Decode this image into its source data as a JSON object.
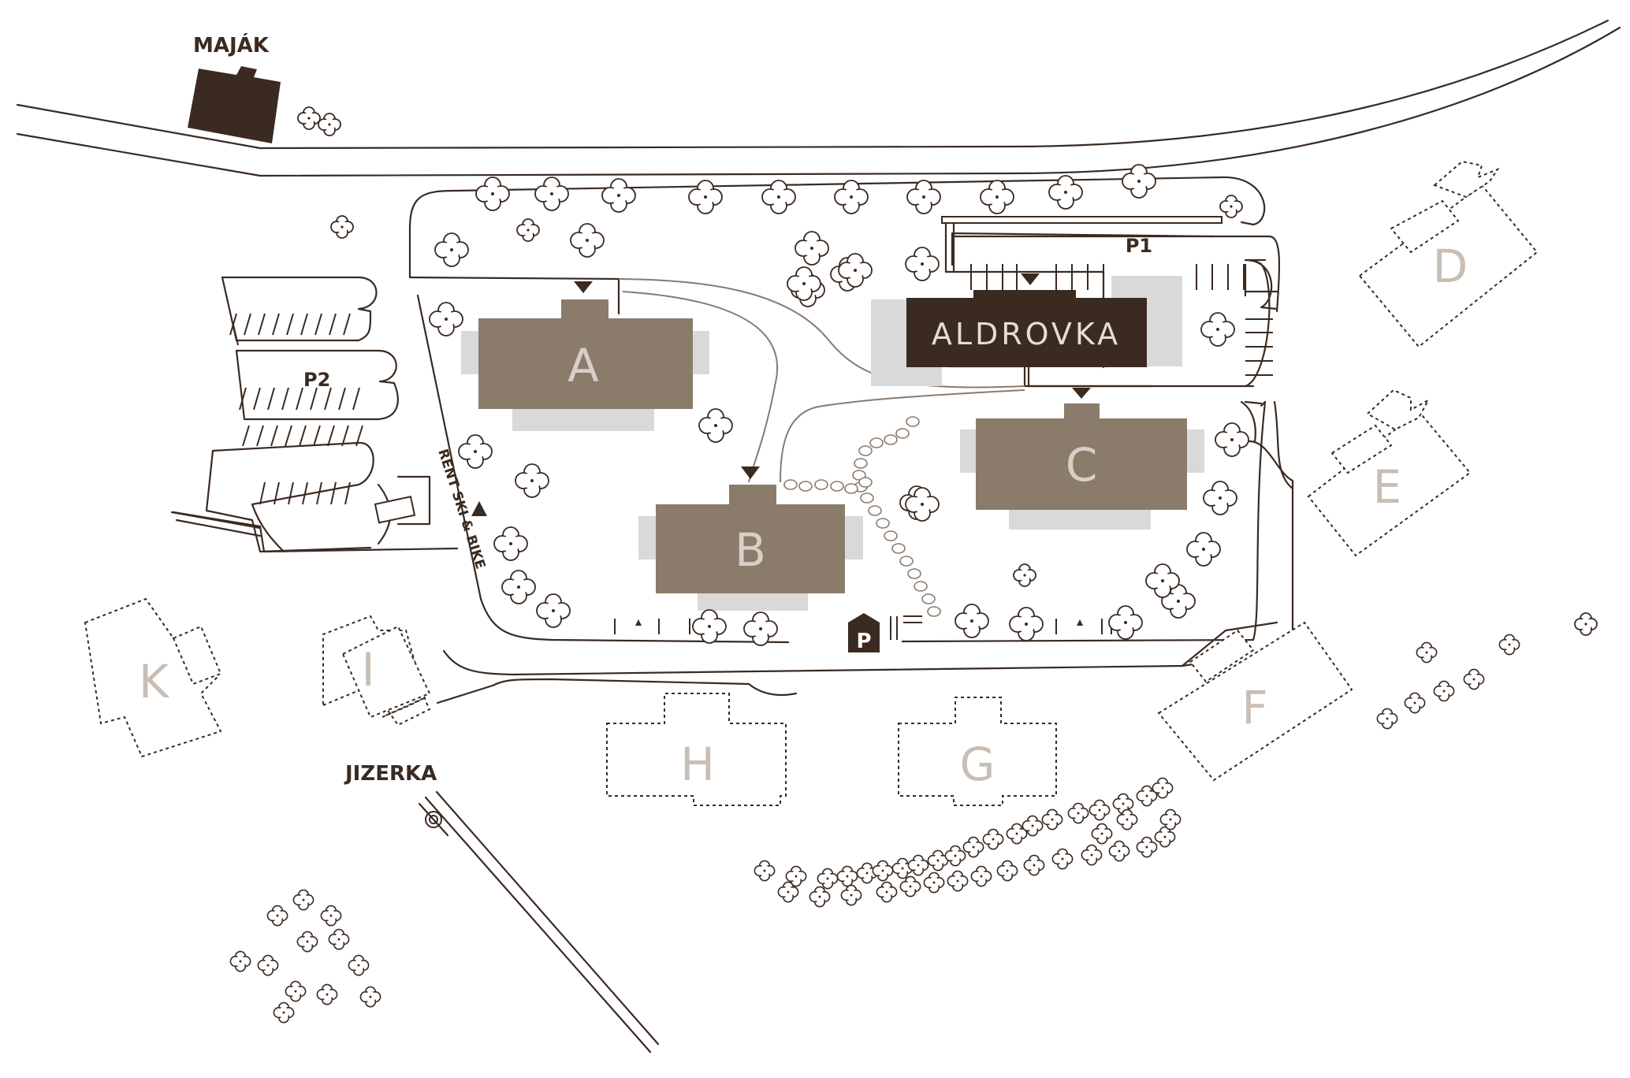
{
  "labels": {
    "majak": "MAJÁK",
    "jizerka": "JIZERKA",
    "p1": "P1",
    "p2": "P2",
    "aldrovka": "ALDROVKA",
    "rent": "RENT SKI & BIKE",
    "parking_sign": "P"
  },
  "buildings_main": [
    "A",
    "B",
    "C"
  ],
  "houses": [
    "D",
    "E",
    "F",
    "G",
    "H",
    "I",
    "K"
  ],
  "colors": {
    "line": "#3a2a20",
    "building": "#8b7b6b",
    "building_shadow": "#d9d9d9",
    "house_label": "#c9beb4",
    "path": "#8a7a6d",
    "background": "#ffffff"
  }
}
